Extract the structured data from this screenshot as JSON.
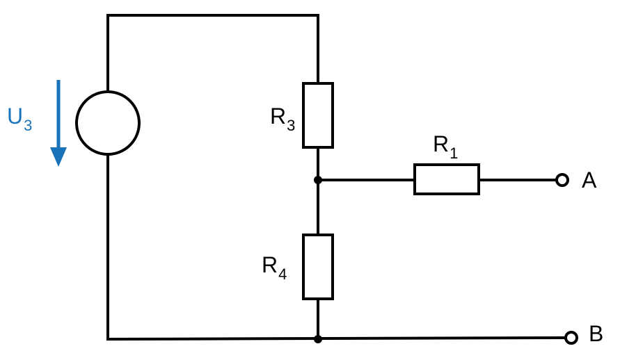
{
  "source": {
    "label_main": "U",
    "label_sub": "3",
    "arrow_color": "#1a73b8"
  },
  "resistors": {
    "r3": {
      "main": "R",
      "sub": "3"
    },
    "r4": {
      "main": "R",
      "sub": "4"
    },
    "r1": {
      "main": "R",
      "sub": "1"
    }
  },
  "terminals": {
    "a": "A",
    "b": "B"
  }
}
